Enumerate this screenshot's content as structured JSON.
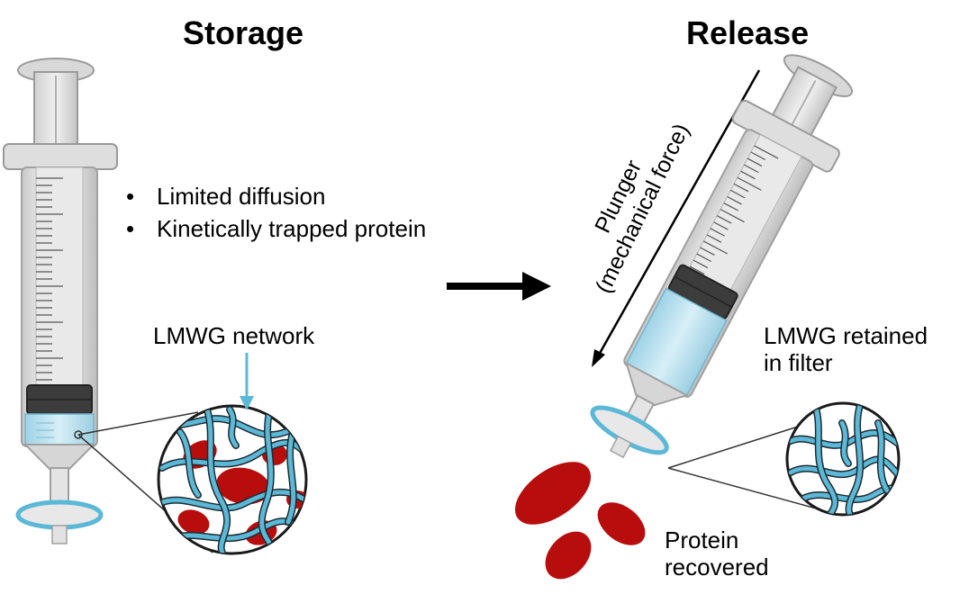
{
  "titles": {
    "storage": "Storage",
    "release": "Release"
  },
  "storage_notes": [
    "Limited diffusion",
    "Kinetically trapped protein"
  ],
  "labels": {
    "lmwg_network": "LMWG network",
    "lmwg_retained_line1": "LMWG retained",
    "lmwg_retained_line2": "in filter",
    "plunger_line1": "Plunger",
    "plunger_line2": "(mechanical force)",
    "protein_line1": "Protein",
    "protein_line2": "recovered"
  },
  "colors": {
    "gel_fiber": "#5bb8d6",
    "gel_fill": "#bfe3f0",
    "protein": "#b80d0d",
    "plunger_rubber": "#3a3a3a",
    "barrel": "#dcdcdc"
  },
  "bullet_icon": "•"
}
